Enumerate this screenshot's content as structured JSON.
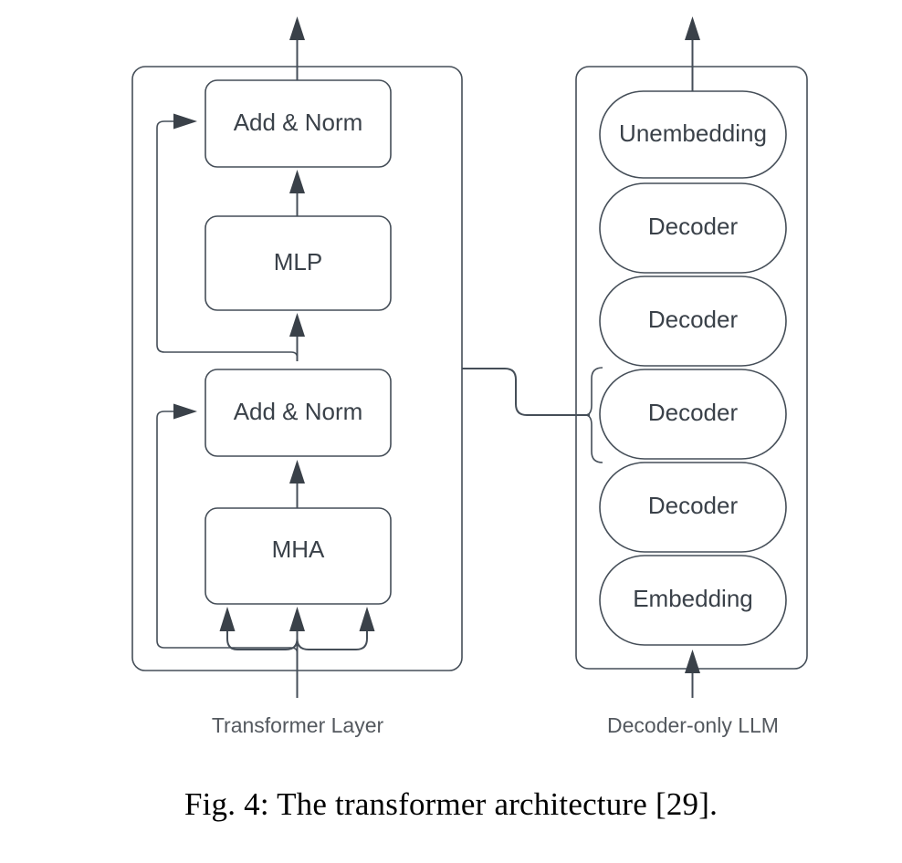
{
  "figure": {
    "caption": "Fig. 4: The transformer architecture [29].",
    "caption_prefix": "Fig. 4:",
    "caption_text": "The transformer architecture [29]."
  },
  "transformer_layer": {
    "group_label": "Transformer Layer",
    "blocks": [
      {
        "id": "add-norm-top",
        "label": "Add & Norm"
      },
      {
        "id": "mlp",
        "label": "MLP"
      },
      {
        "id": "add-norm-bottom",
        "label": "Add & Norm"
      },
      {
        "id": "mha",
        "label": "MHA"
      }
    ],
    "edges": [
      {
        "from": "add-norm-top",
        "to": "output",
        "kind": "arrow-up"
      },
      {
        "from": "mlp",
        "to": "add-norm-top",
        "kind": "arrow-up"
      },
      {
        "from": "add-norm-bottom",
        "to": "mlp",
        "kind": "arrow-up"
      },
      {
        "from": "mha",
        "to": "add-norm-bottom",
        "kind": "arrow-up"
      },
      {
        "from": "input",
        "to": "mha",
        "kind": "fan-three-arrows"
      },
      {
        "from": "add-norm-bottom-out",
        "to": "add-norm-top",
        "kind": "residual-skip"
      },
      {
        "from": "input",
        "to": "add-norm-bottom",
        "kind": "residual-skip"
      }
    ]
  },
  "decoder_only_llm": {
    "group_label": "Decoder-only LLM",
    "stack": [
      {
        "id": "unembedding",
        "label": "Unembedding"
      },
      {
        "id": "decoder-4",
        "label": "Decoder"
      },
      {
        "id": "decoder-3",
        "label": "Decoder"
      },
      {
        "id": "decoder-2",
        "label": "Decoder"
      },
      {
        "id": "decoder-1",
        "label": "Decoder"
      },
      {
        "id": "embedding",
        "label": "Embedding"
      }
    ],
    "edges": [
      {
        "from": "input",
        "to": "embedding",
        "kind": "arrow-up"
      },
      {
        "from": "unembedding",
        "to": "output",
        "kind": "arrow-up"
      }
    ]
  },
  "link": {
    "description": "brace-connector",
    "from": "transformer-layer-container",
    "to": "decoder-2"
  },
  "colors": {
    "stroke": "#454e58",
    "node_text": "#3a4149",
    "group_text": "#54595f",
    "caption_text": "#000000",
    "background": "#ffffff"
  }
}
